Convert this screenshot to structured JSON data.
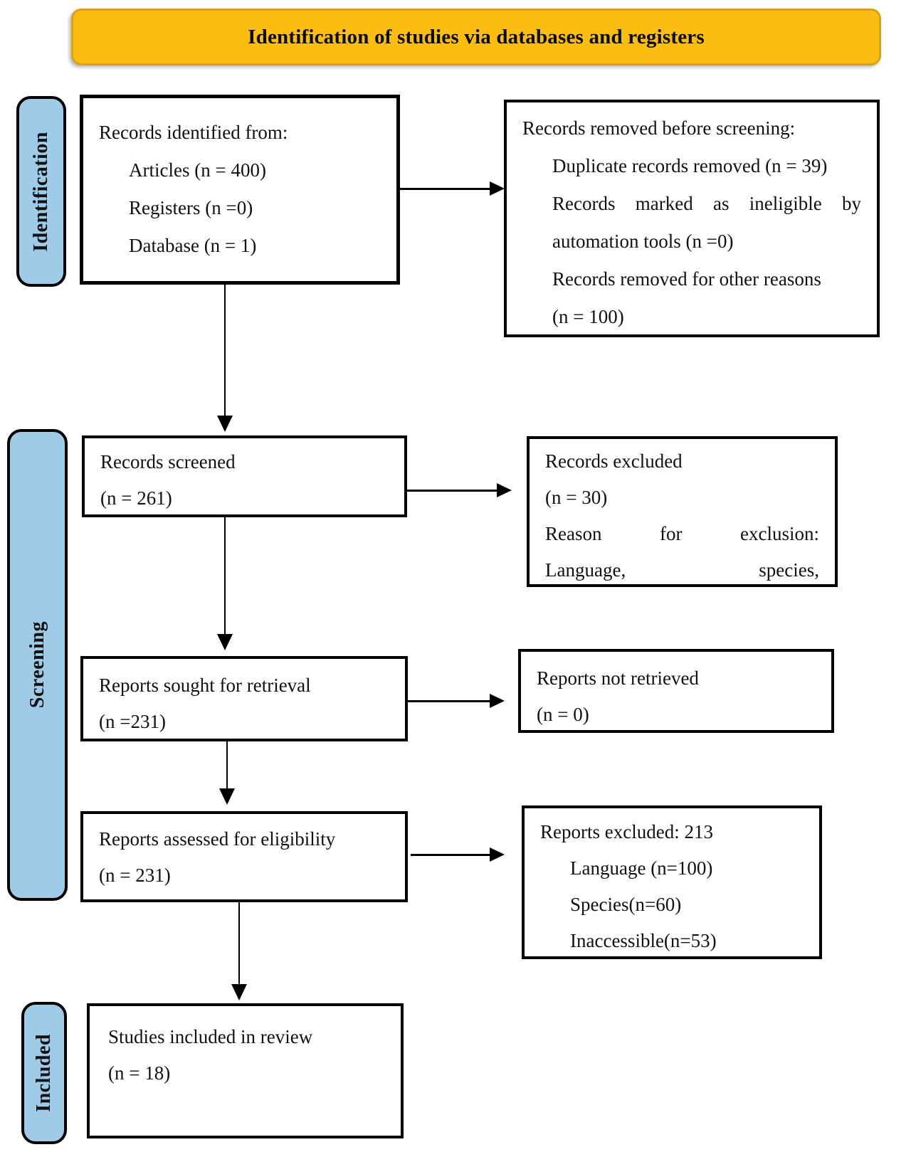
{
  "diagram": {
    "title": "Identification of studies via databases and registers",
    "stage_labels": {
      "identification": "Identification",
      "screening": "Screening",
      "included": "Included"
    },
    "boxes": {
      "identified": {
        "lines": [
          "Records identified from:",
          "Articles (n = 400)",
          "Registers (n =0)",
          "Database (n = 1)"
        ]
      },
      "removed": {
        "lines": [
          "Records removed before screening:",
          "Duplicate records removed (n = 39)",
          "Records marked as ineligible by",
          "automation tools (n =0)",
          "Records removed for other reasons",
          "(n = 100)"
        ]
      },
      "screened": {
        "lines": [
          "Records screened",
          "(n = 261)"
        ]
      },
      "excluded": {
        "lines": [
          "Records excluded",
          "(n = 30)",
          "Reason for exclusion:",
          "Language, species,"
        ]
      },
      "sought": {
        "lines": [
          "Reports sought for retrieval",
          "(n =231)"
        ]
      },
      "not_retrieved": {
        "lines": [
          "Reports not retrieved",
          "(n = 0)"
        ]
      },
      "assessed": {
        "lines": [
          "Reports assessed for eligibility",
          "(n = 231)"
        ]
      },
      "reports_excluded": {
        "lines": [
          "Reports excluded: 213",
          "Language (n=100)",
          "Species(n=60)",
          "Inaccessible(n=53)"
        ]
      },
      "included_studies": {
        "lines": [
          "Studies included in review",
          "(n = 18)"
        ]
      }
    },
    "colors": {
      "banner-fill": "#FBBD11",
      "banner-border": "#D9A01C",
      "stage-fill": "#9FCBE9",
      "box-border": "#000000"
    }
  }
}
